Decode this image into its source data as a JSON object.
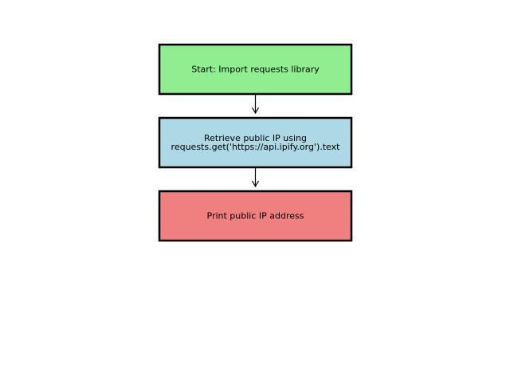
{
  "diagram": {
    "type": "flowchart",
    "direction": "top-to-bottom",
    "nodes": [
      {
        "id": "start",
        "lines": [
          "Start: Import requests library"
        ],
        "fill": "#90ee90"
      },
      {
        "id": "retrieve",
        "lines": [
          "Retrieve public IP using",
          "requests.get('https://api.ipify.org').text"
        ],
        "fill": "#add8e6"
      },
      {
        "id": "print",
        "lines": [
          "Print public IP address"
        ],
        "fill": "#f08080"
      }
    ],
    "edges": [
      {
        "from": "start",
        "to": "retrieve"
      },
      {
        "from": "retrieve",
        "to": "print"
      }
    ]
  }
}
